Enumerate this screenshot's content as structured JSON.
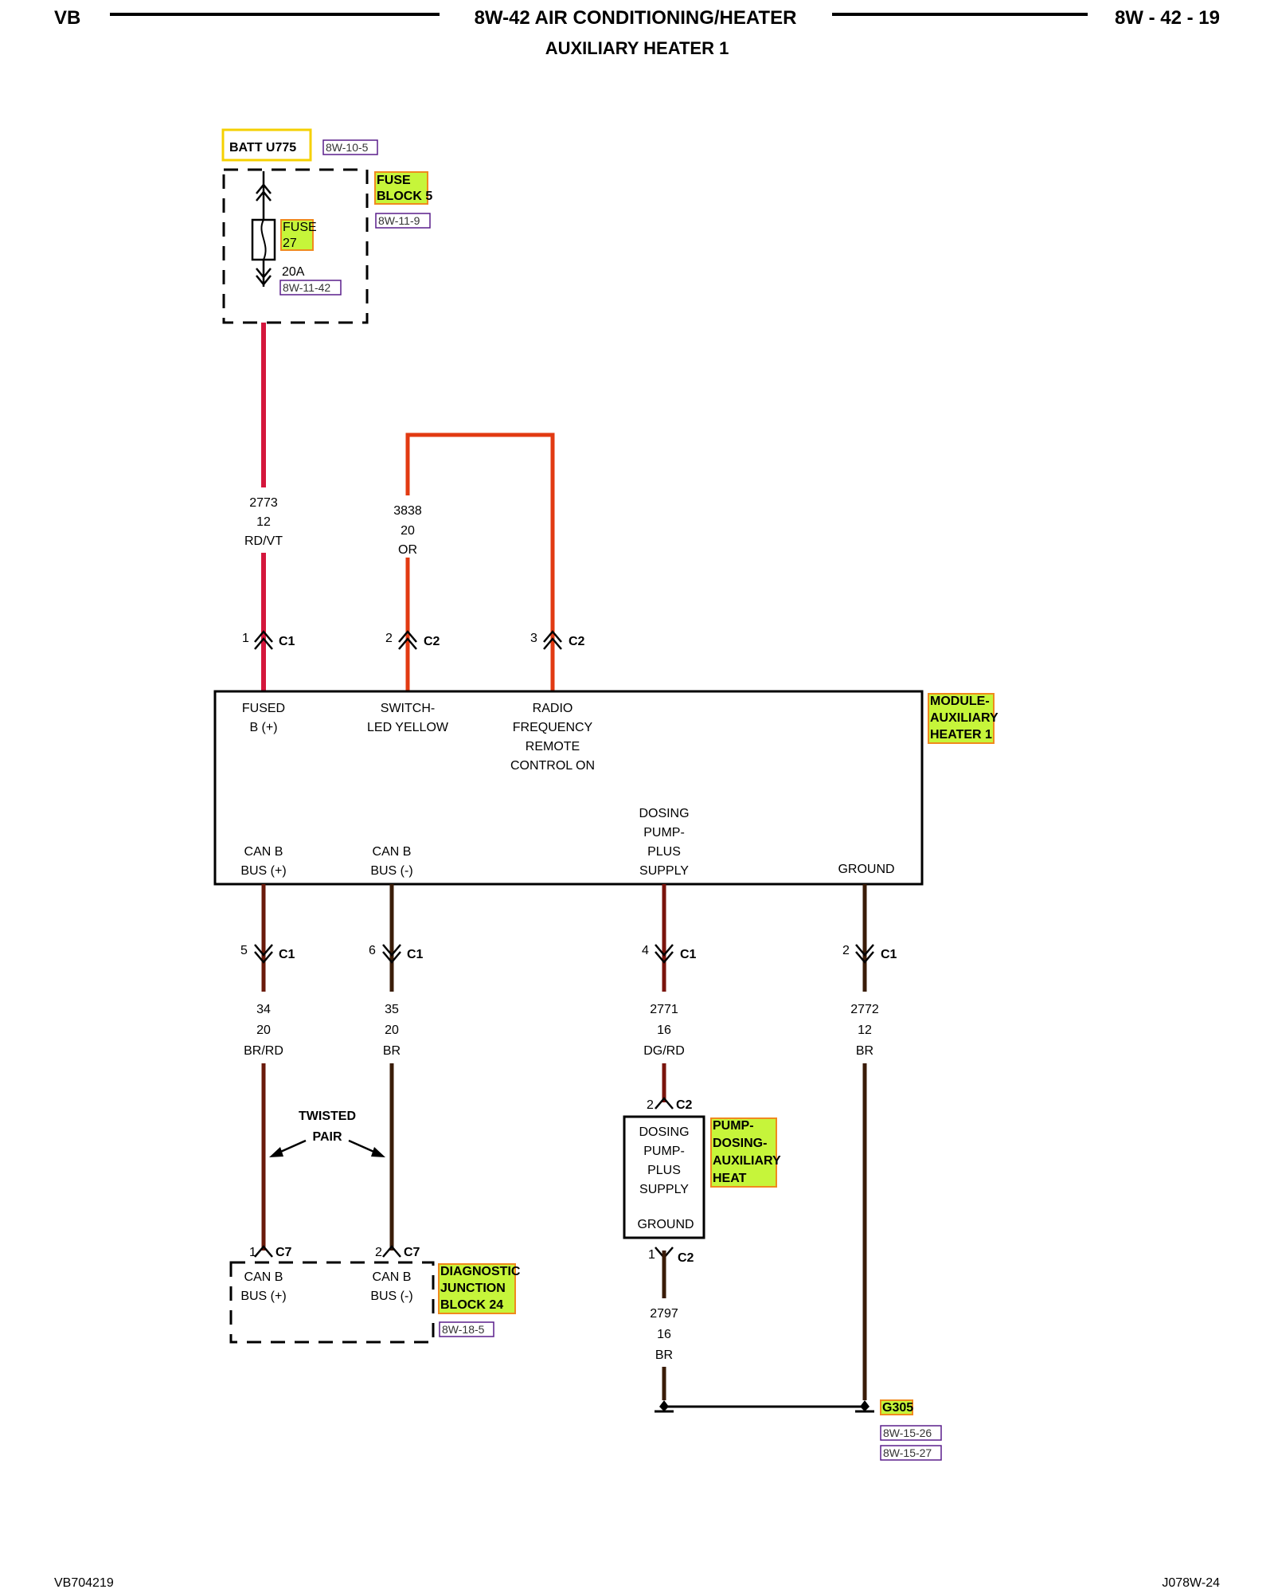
{
  "header": {
    "left": "VB",
    "title": "8W-42 AIR CONDITIONING/HEATER",
    "subtitle": "AUXILIARY HEATER 1",
    "page": "8W - 42 - 19"
  },
  "footer": {
    "left": "VB704219",
    "right": "J078W-24"
  },
  "colors": {
    "wire_rdvt": "#d4163c",
    "wire_or": "#e23a12",
    "wire_brrd": "#6a1a0a",
    "wire_br": "#3a1c08",
    "wire_dgrd": "#7a140c",
    "highlight": "#c6f53a",
    "highlight_border": "#f08a1e",
    "batt_border": "#f5d000",
    "ref_border": "#5a1e8c"
  },
  "batt": {
    "label": "BATT U775",
    "ref": "8W-10-5"
  },
  "fuse_block": {
    "label_1": "FUSE",
    "label_2": "BLOCK 5",
    "ref": "8W-11-9"
  },
  "fuse": {
    "label_1": "FUSE",
    "label_2": "27",
    "rating": "20A",
    "ref": "8W-11-42"
  },
  "wires": {
    "w2773": {
      "circuit": "2773",
      "gauge": "12",
      "color": "RD/VT"
    },
    "w3838": {
      "circuit": "3838",
      "gauge": "20",
      "color": "OR"
    },
    "w34": {
      "circuit": "34",
      "gauge": "20",
      "color": "BR/RD"
    },
    "w35": {
      "circuit": "35",
      "gauge": "20",
      "color": "BR"
    },
    "w2771": {
      "circuit": "2771",
      "gauge": "16",
      "color": "DG/RD"
    },
    "w2772": {
      "circuit": "2772",
      "gauge": "12",
      "color": "BR"
    },
    "w2797": {
      "circuit": "2797",
      "gauge": "16",
      "color": "BR"
    }
  },
  "connectors": {
    "top_1": {
      "pin": "1",
      "name": "C1"
    },
    "top_2": {
      "pin": "2",
      "name": "C2"
    },
    "top_3": {
      "pin": "3",
      "name": "C2"
    },
    "bot_5": {
      "pin": "5",
      "name": "C1"
    },
    "bot_6": {
      "pin": "6",
      "name": "C1"
    },
    "bot_4": {
      "pin": "4",
      "name": "C1"
    },
    "bot_2": {
      "pin": "2",
      "name": "C1"
    },
    "pump_2": {
      "pin": "2",
      "name": "C2"
    },
    "pump_1": {
      "pin": "1",
      "name": "C2"
    },
    "djb_1": {
      "pin": "1",
      "name": "C7"
    },
    "djb_2": {
      "pin": "2",
      "name": "C7"
    }
  },
  "module": {
    "name_1": "MODULE-",
    "name_2": "AUXILIARY",
    "name_3": "HEATER 1",
    "pins": {
      "fused_1": "FUSED",
      "fused_2": "B (+)",
      "switch_1": "SWITCH-",
      "switch_2": "LED YELLOW",
      "radio_1": "RADIO",
      "radio_2": "FREQUENCY",
      "radio_3": "REMOTE",
      "radio_4": "CONTROL ON",
      "canp_1": "CAN B",
      "canp_2": "BUS (+)",
      "canm_1": "CAN B",
      "canm_2": "BUS (-)",
      "dose_1": "DOSING",
      "dose_2": "PUMP-",
      "dose_3": "PLUS",
      "dose_4": "SUPPLY",
      "ground": "GROUND"
    }
  },
  "twisted_pair": {
    "line_1": "TWISTED",
    "line_2": "PAIR"
  },
  "pump": {
    "name_1": "PUMP-",
    "name_2": "DOSING-",
    "name_3": "AUXILIARY",
    "name_4": "HEAT",
    "pins": {
      "dose_1": "DOSING",
      "dose_2": "PUMP-",
      "dose_3": "PLUS",
      "dose_4": "SUPPLY",
      "ground": "GROUND"
    }
  },
  "djb": {
    "name_1": "DIAGNOSTIC",
    "name_2": "JUNCTION",
    "name_3": "BLOCK 24",
    "ref": "8W-18-5",
    "pins": {
      "canp_1": "CAN B",
      "canp_2": "BUS (+)",
      "canm_1": "CAN B",
      "canm_2": "BUS (-)"
    }
  },
  "ground_point": {
    "label": "G305",
    "ref_1": "8W-15-26",
    "ref_2": "8W-15-27"
  }
}
